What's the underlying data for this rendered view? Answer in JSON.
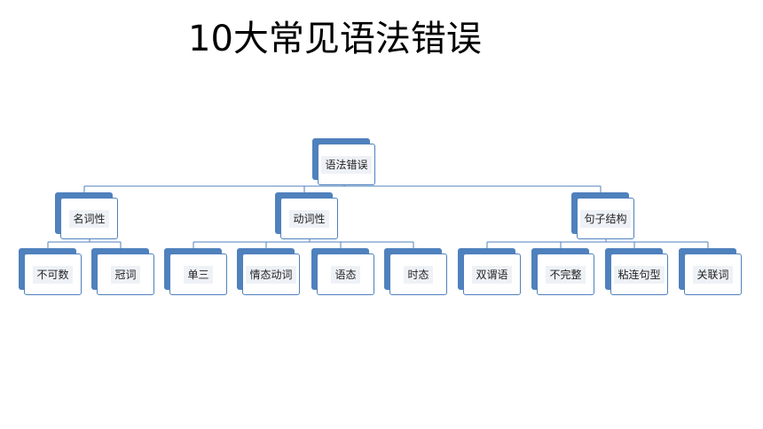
{
  "title": "10大常见语法错误",
  "tree": {
    "root": "语法错误",
    "groups": [
      {
        "label": "名词性",
        "children": [
          "不可数",
          "冠词"
        ]
      },
      {
        "label": "动词性",
        "children": [
          "单三",
          "情态动词",
          "语态",
          "时态"
        ]
      },
      {
        "label": "句子结构",
        "children": [
          "双谓语",
          "不完整",
          "粘连句型",
          "关联词"
        ]
      }
    ]
  },
  "colors": {
    "node_fill": "#4f81bd",
    "node_border": "#4f81bd",
    "connector": "#4f81bd"
  }
}
